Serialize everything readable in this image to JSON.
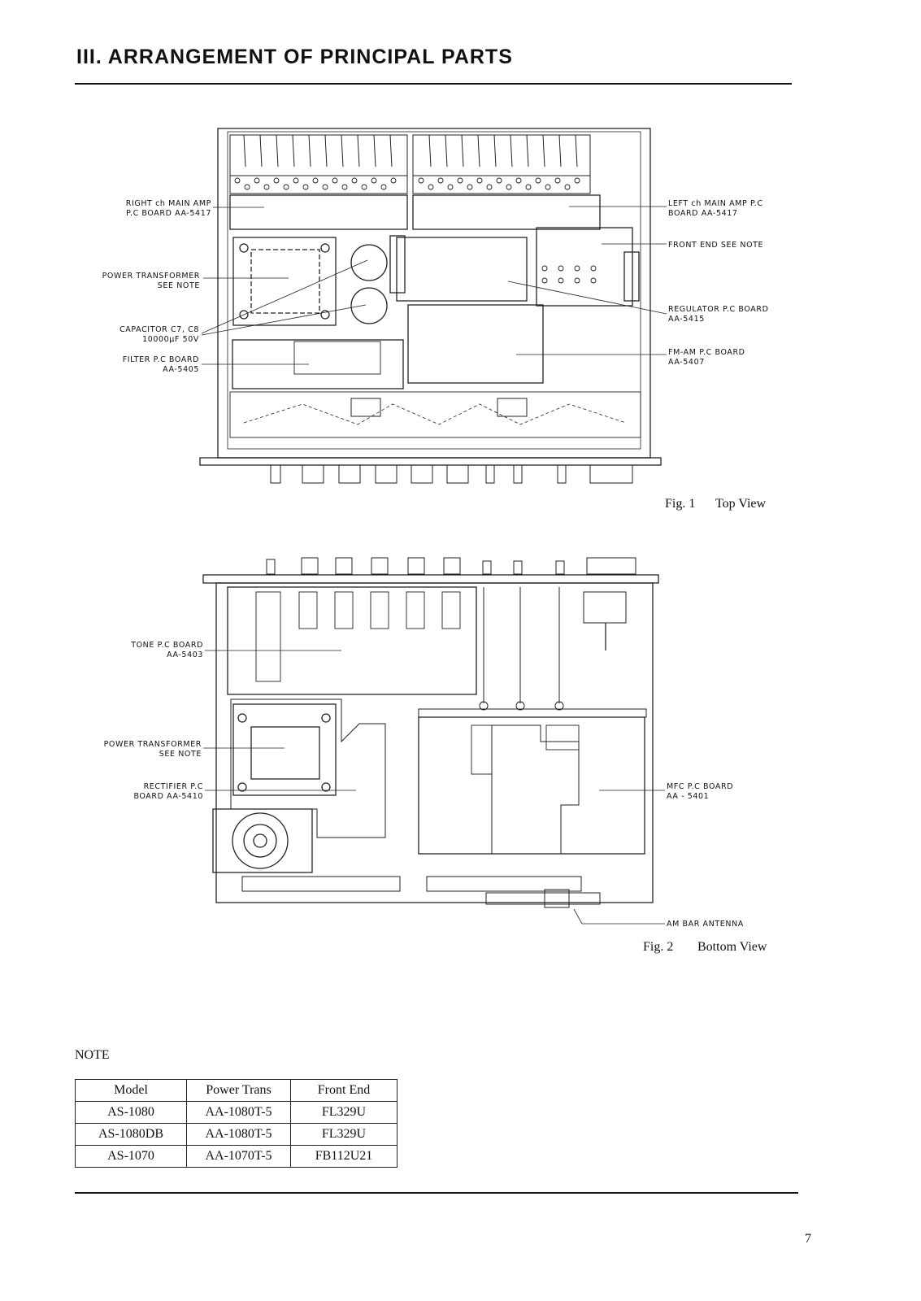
{
  "heading": "III. ARRANGEMENT OF PRINCIPAL PARTS",
  "figure1": {
    "caption_num": "Fig. 1",
    "caption_text": "Top View",
    "labels": {
      "right_main_amp": "RIGHT ch MAIN AMP\nP.C BOARD AA-5417",
      "power_transformer": "POWER TRANSFORMER\nSEE NOTE",
      "capacitor": "CAPACITOR C7, C8\n10000μF 50V",
      "filter_board": "FILTER P.C BOARD\nAA-5405",
      "left_main_amp": "LEFT ch MAIN AMP P.C\nBOARD AA-5417",
      "front_end": "FRONT END SEE NOTE",
      "regulator": "REGULATOR P.C BOARD\nAA-5415",
      "fm_am": "FM-AM P.C BOARD\nAA-5407"
    }
  },
  "figure2": {
    "caption_num": "Fig. 2",
    "caption_text": "Bottom View",
    "labels": {
      "tone": "TONE P.C BOARD\nAA-5403",
      "power_transformer": "POWER TRANSFORMER\nSEE NOTE",
      "rectifier": "RECTIFIER P.C\nBOARD AA-5410",
      "mfc": "MFC P.C BOARD\nAA - 5401",
      "am_bar": "AM BAR ANTENNA"
    }
  },
  "note": {
    "title": "NOTE",
    "headers": [
      "Model",
      "Power Trans",
      "Front End"
    ],
    "rows": [
      [
        "AS-1080",
        "AA-1080T-5",
        "FL329U"
      ],
      [
        "AS-1080DB",
        "AA-1080T-5",
        "FL329U"
      ],
      [
        "AS-1070",
        "AA-1070T-5",
        "FB112U21"
      ]
    ]
  },
  "page_number": "7"
}
